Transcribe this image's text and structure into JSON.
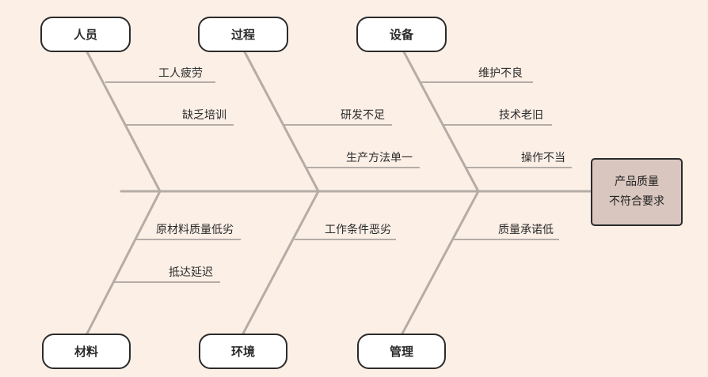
{
  "colors": {
    "background": "#fcefe6",
    "line": "#b5aca6",
    "category_border": "#2b2b2b",
    "category_fill": "#ffffff",
    "effect_fill": "#d9c7bf",
    "text": "#2b2b2b"
  },
  "effect": {
    "lines": [
      "产品质量",
      "不符合要求"
    ]
  },
  "categories": [
    {
      "id": "people",
      "label": "人员",
      "causes": [
        "工人疲劳",
        "缺乏培训"
      ]
    },
    {
      "id": "process",
      "label": "过程",
      "causes": [
        "研发不足",
        "生产方法单一"
      ]
    },
    {
      "id": "equipment",
      "label": "设备",
      "causes": [
        "维护不良",
        "技术老旧",
        "操作不当"
      ]
    },
    {
      "id": "materials",
      "label": "材料",
      "causes": [
        "原材料质量低劣",
        "抵达延迟"
      ]
    },
    {
      "id": "environment",
      "label": "环境",
      "causes": [
        "工作条件恶劣"
      ]
    },
    {
      "id": "management",
      "label": "管理",
      "causes": [
        "质量承诺低"
      ]
    }
  ]
}
